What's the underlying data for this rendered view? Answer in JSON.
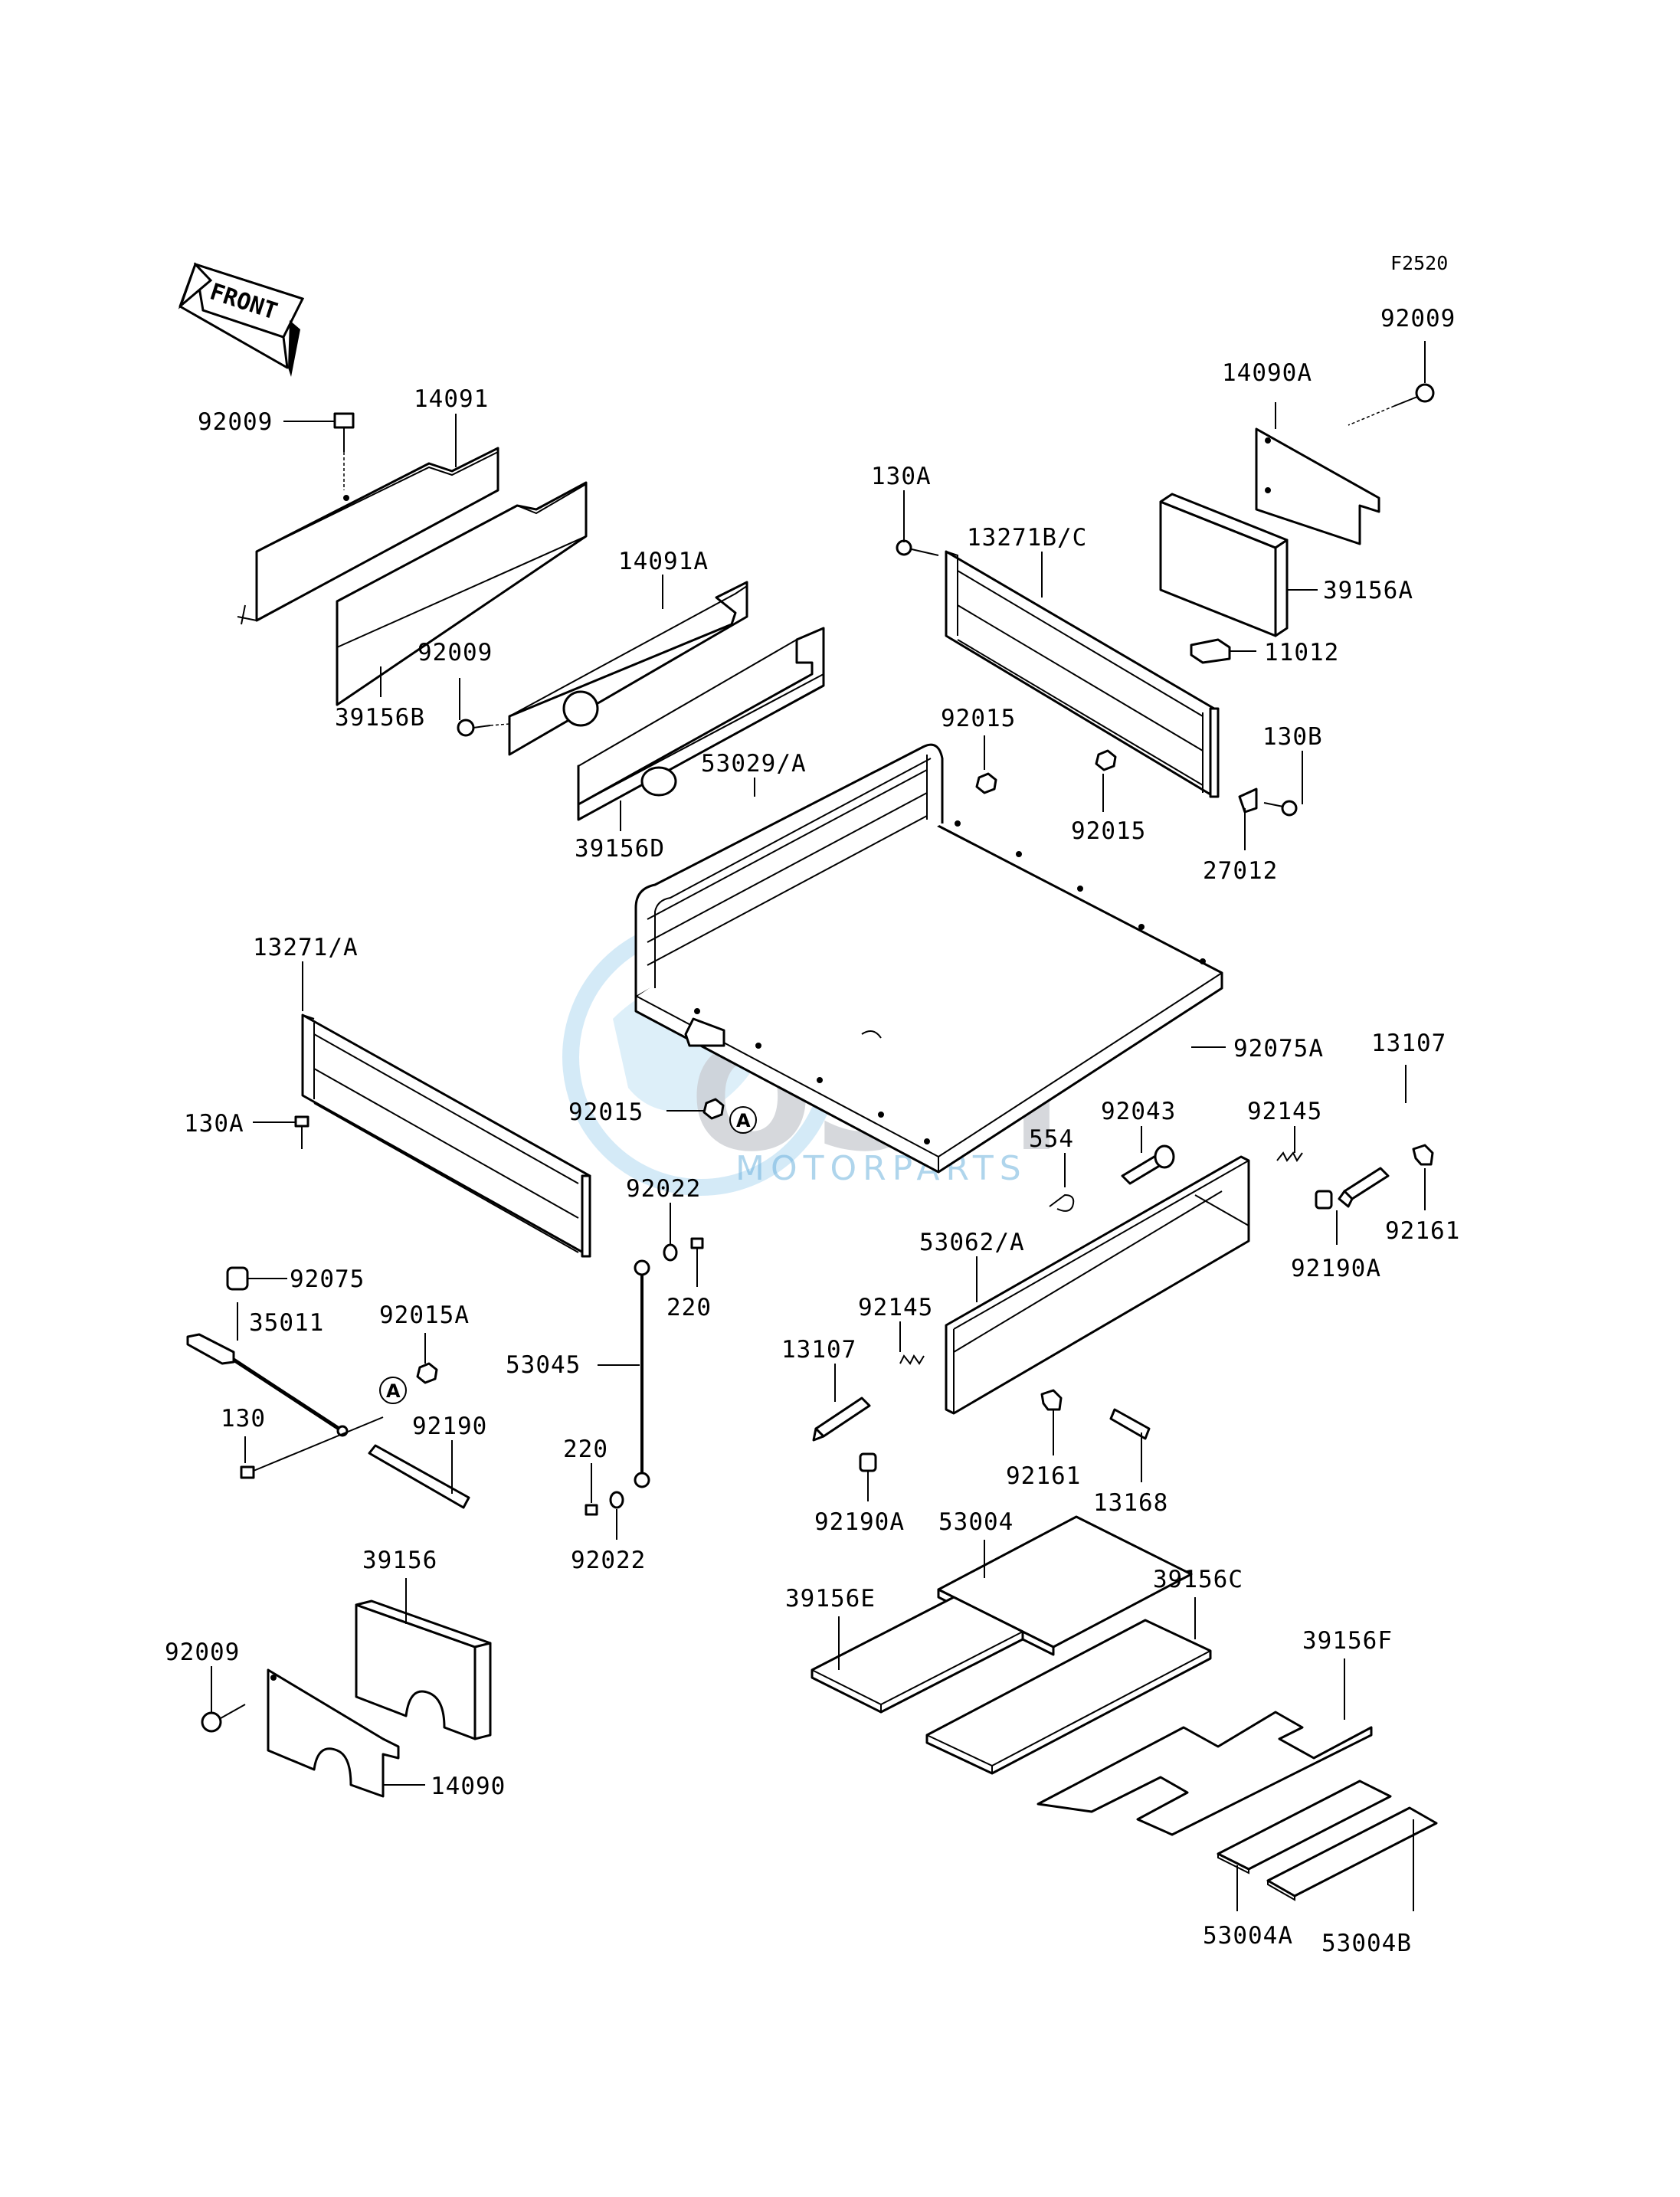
{
  "figure_code": "F2520",
  "front_label": "FRONT",
  "watermark": {
    "main": "OSM",
    "sub": "MOTORPARTS"
  },
  "callout_letter": "A",
  "labels": {
    "p92009_a": "92009",
    "p14091": "14091",
    "p39156B": "39156B",
    "p14091A": "14091A",
    "p92009_b": "92009",
    "p39156D": "39156D",
    "p53029A": "53029/A",
    "p130A_a": "130A",
    "p13271BC": "13271B/C",
    "p92015_a": "92015",
    "p92015_b": "92015",
    "p14090A": "14090A",
    "p92009_c": "92009",
    "p39156A": "39156A",
    "p11012": "11012",
    "p130B": "130B",
    "p27012": "27012",
    "p13271A": "13271/A",
    "p130A_b": "130A",
    "p92015_c": "92015",
    "p92075A": "92075A",
    "p13107_a": "13107",
    "p92043": "92043",
    "p92145_a": "92145",
    "p554": "554",
    "p92161_a": "92161",
    "p92190A_a": "92190A",
    "p92022_a": "92022",
    "p220_a": "220",
    "p53062A": "53062/A",
    "p92145_b": "92145",
    "p13107_b": "13107",
    "p92161_b": "92161",
    "p13168": "13168",
    "p92190A_b": "92190A",
    "p92075": "92075",
    "p35011": "35011",
    "p92015A": "92015A",
    "p130": "130",
    "p92190": "92190",
    "p53045": "53045",
    "p220_b": "220",
    "p92022_b": "92022",
    "p39156": "39156",
    "p92009_d": "92009",
    "p14090": "14090",
    "p53004": "53004",
    "p39156C": "39156C",
    "p39156E": "39156E",
    "p39156F": "39156F",
    "p53004A": "53004A",
    "p53004B": "53004B"
  }
}
